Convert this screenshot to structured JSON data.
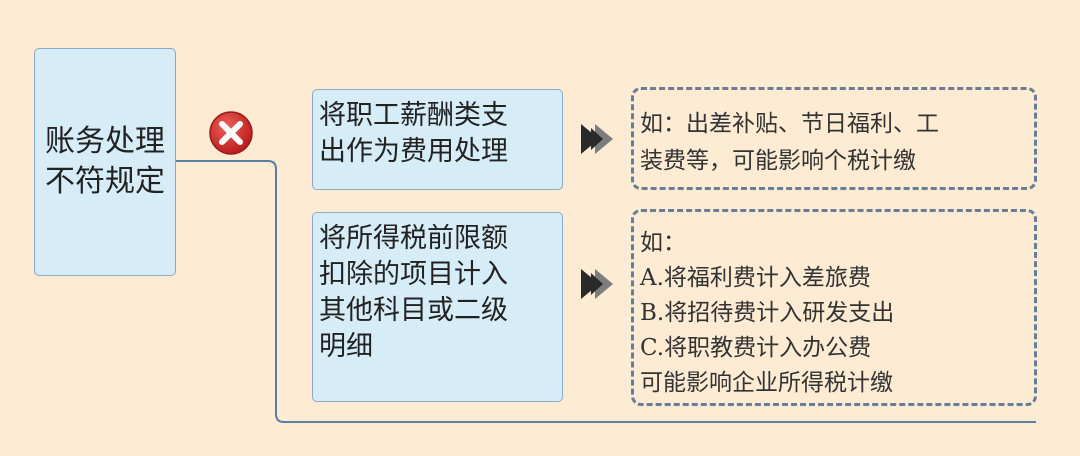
{
  "root": {
    "lines": [
      "账务处理",
      "不符规定"
    ]
  },
  "branches": [
    {
      "label_lines": [
        "将职工薪酬类支",
        "出作为费用处理"
      ],
      "note_lines": [
        "如：出差补贴、节日福利、工",
        "装费等，可能影响个税计缴"
      ]
    },
    {
      "label_lines": [
        "将所得税前限额",
        "扣除的项目计入",
        "其他科目或二级",
        "明细"
      ],
      "note_lines": [
        "如：",
        "A.将福利费计入差旅费",
        "B.将招待费计入研发支出",
        "C.将职教费计入办公费",
        "可能影响企业所得税计缴"
      ]
    }
  ],
  "icons": {
    "status": "error-x-icon",
    "pointer": "double-arrow-right-icon"
  },
  "colors": {
    "background": "#fdebd3",
    "node_fill": "#d6edf8",
    "node_border": "#8aa9c8",
    "connector": "#5b7fa3",
    "dash_border": "#6b7d94",
    "error_red": "#d9302c"
  }
}
